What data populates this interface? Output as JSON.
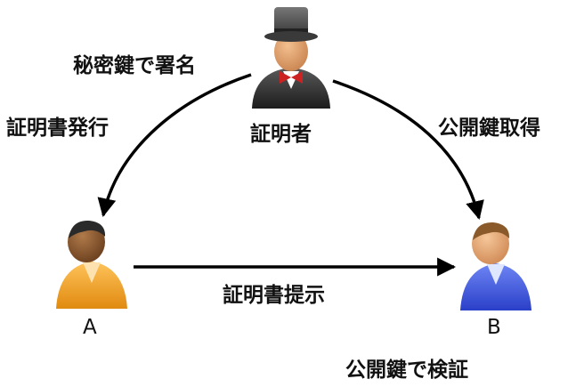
{
  "labels": {
    "sign": "秘密鍵で署名",
    "issue": "証明書発行",
    "prover": "証明者",
    "get_key": "公開鍵取得",
    "present": "証明書提示",
    "verify": "公開鍵で検証",
    "person_a": "A",
    "person_b": "B"
  },
  "colors": {
    "arrow": "#000000",
    "person_a_body": "#f5a623",
    "person_b_body": "#3d5ae0",
    "prover_body": "#3a3a3a",
    "prover_hat": "#4a4a4a",
    "bowtie": "#cc2222"
  },
  "icons": {
    "prover": "top-hat-person-icon",
    "person_a": "person-icon",
    "person_b": "person-icon"
  }
}
